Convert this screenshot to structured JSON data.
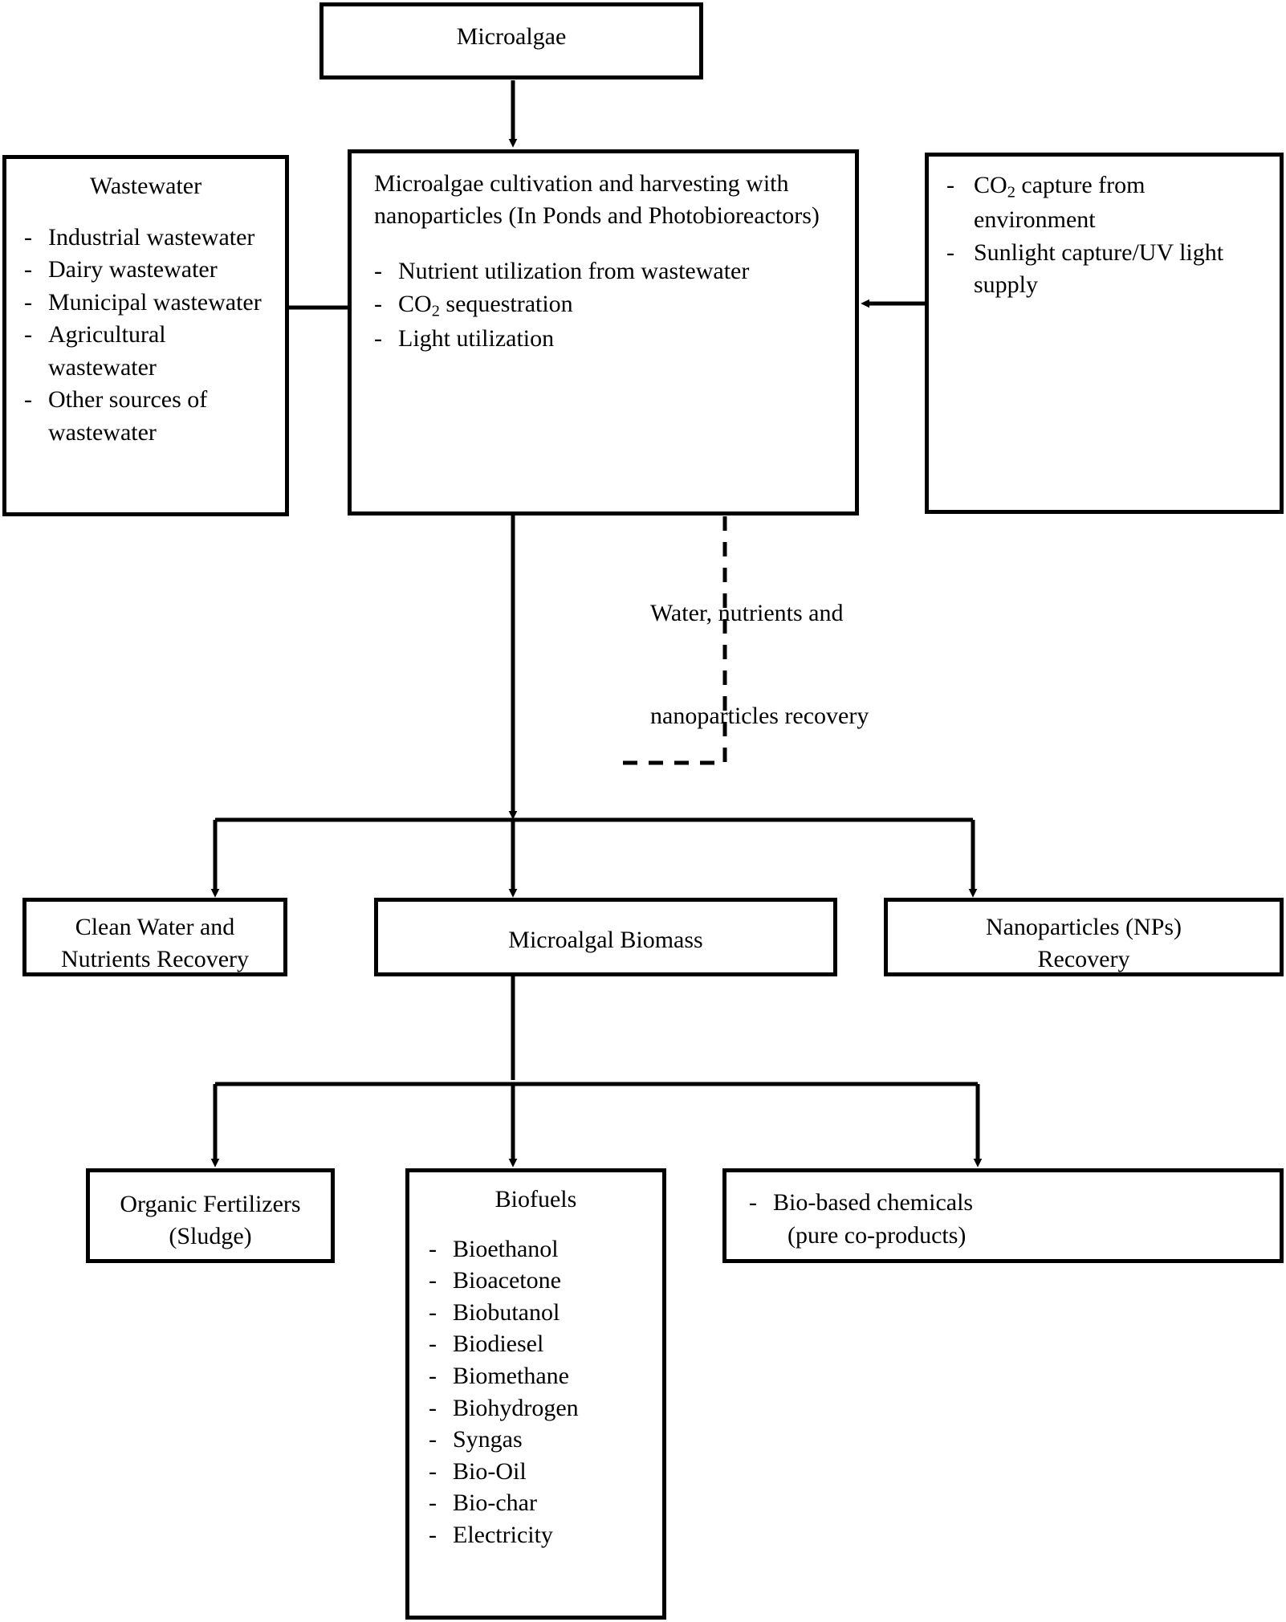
{
  "diagram": {
    "title": "Microalgae-based wastewater treatment and biorefinery flowchart",
    "line_color": "#000000",
    "box_border_color": "#000000",
    "background": "#ffffff"
  },
  "nodes": {
    "microalgae": {
      "label": "Microalgae"
    },
    "wastewater": {
      "title": "Wastewater",
      "items": [
        "Industrial wastewater",
        "Dairy wastewater",
        "Municipal wastewater",
        "Agricultural wastewater",
        "Other sources of wastewater"
      ]
    },
    "cultivation": {
      "title": "Microalgae cultivation and harvesting with nanoparticles (In Ponds and Photobioreactors)",
      "items_html": [
        "Nutrient utilization from wastewater",
        "CO<sub>2</sub> sequestration",
        "Light utilization"
      ]
    },
    "inputs": {
      "items_html": [
        "CO<sub>2</sub> capture from environment",
        "Sunlight capture/UV light supply"
      ]
    },
    "recovery_note": {
      "line1": "Water, nutrients and",
      "line2": "nanoparticles recovery"
    },
    "clean_water": {
      "label": "Clean Water and\nNutrients Recovery"
    },
    "biomass": {
      "label": "Microalgal Biomass"
    },
    "nanoparticles": {
      "label": "Nanoparticles (NPs)\nRecovery"
    },
    "fertilizers": {
      "label": "Organic Fertilizers\n(Sludge)"
    },
    "biofuels": {
      "title": "Biofuels",
      "items": [
        "Bioethanol",
        "Bioacetone",
        "Biobutanol",
        "Biodiesel",
        "Biomethane",
        "Biohydrogen",
        "Syngas",
        "Bio-Oil",
        "Bio-char",
        "Electricity"
      ]
    },
    "biochemicals": {
      "items": [
        "Bio-based chemicals (pure co-products)"
      ],
      "line1": "Bio-based chemicals",
      "line2": "(pure co-products)"
    }
  }
}
